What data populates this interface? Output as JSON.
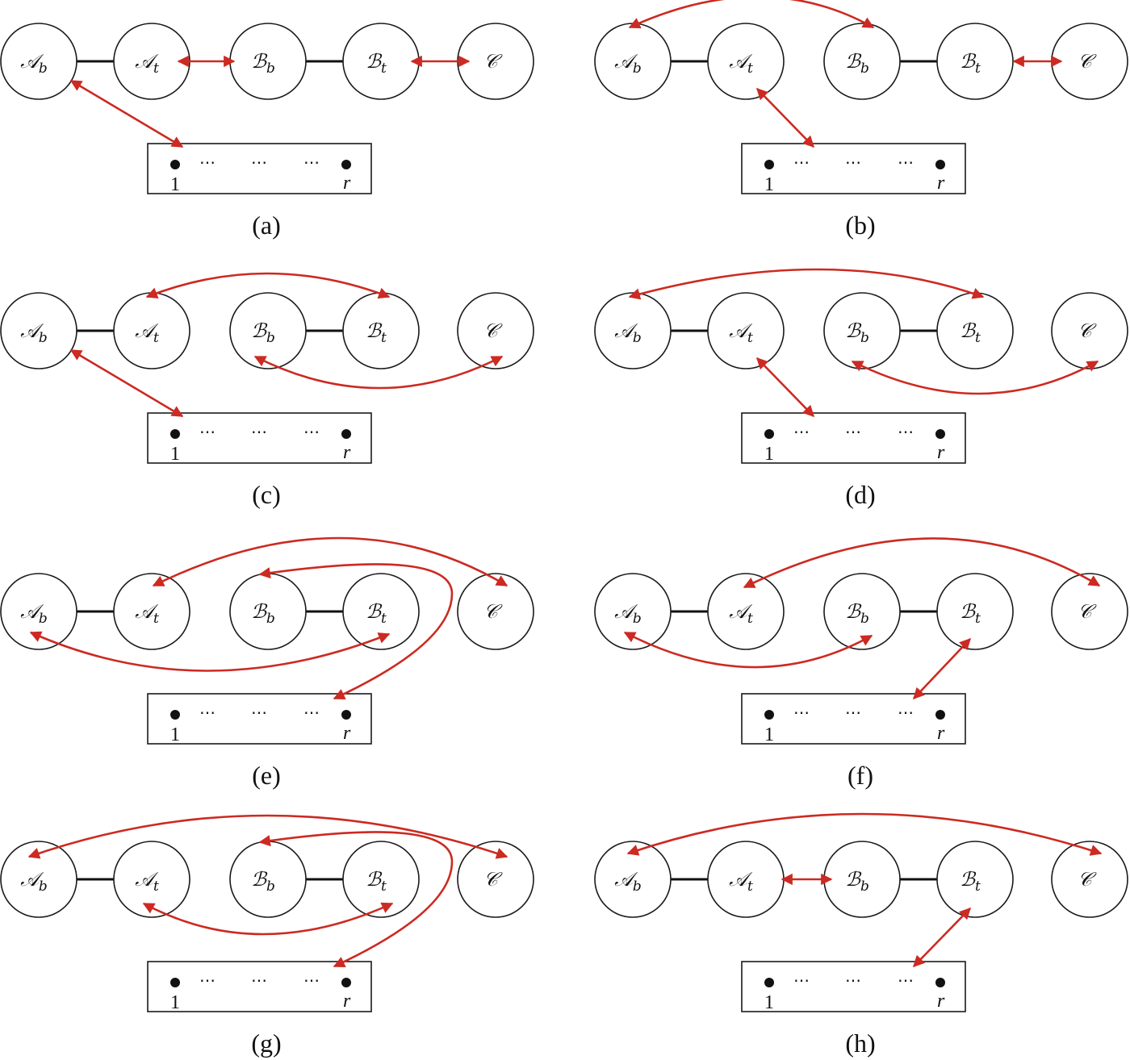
{
  "colors": {
    "arrow": "#cc2a22",
    "stroke": "#1a1a1a"
  },
  "nodes": [
    {
      "key": "Ab",
      "main": "𝒜",
      "sub": "b"
    },
    {
      "key": "At",
      "main": "𝒜",
      "sub": "t"
    },
    {
      "key": "Bb",
      "main": "ℬ",
      "sub": "b"
    },
    {
      "key": "Bt",
      "main": "ℬ",
      "sub": "t"
    },
    {
      "key": "C",
      "main": "𝒞",
      "sub": ""
    }
  ],
  "box": {
    "first_label": "1",
    "last_label": "r",
    "ellipsis": "⋯"
  },
  "panels": [
    {
      "caption": "(a)",
      "arrows": [
        {
          "from": "Ab",
          "to": "box"
        },
        {
          "from": "At",
          "to": "Bb"
        },
        {
          "from": "Bt",
          "to": "C"
        }
      ]
    },
    {
      "caption": "(b)",
      "arrows": [
        {
          "from": "Ab",
          "to": "Bb"
        },
        {
          "from": "At",
          "to": "box"
        },
        {
          "from": "Bt",
          "to": "C"
        }
      ]
    },
    {
      "caption": "(c)",
      "arrows": [
        {
          "from": "Ab",
          "to": "box"
        },
        {
          "from": "At",
          "to": "Bt"
        },
        {
          "from": "Bb",
          "to": "C"
        }
      ]
    },
    {
      "caption": "(d)",
      "arrows": [
        {
          "from": "Ab",
          "to": "Bt"
        },
        {
          "from": "At",
          "to": "box"
        },
        {
          "from": "Bb",
          "to": "C"
        }
      ]
    },
    {
      "caption": "(e)",
      "arrows": [
        {
          "from": "At",
          "to": "C"
        },
        {
          "from": "Ab",
          "to": "Bt"
        },
        {
          "from": "Bb",
          "to": "box"
        }
      ]
    },
    {
      "caption": "(f)",
      "arrows": [
        {
          "from": "At",
          "to": "C"
        },
        {
          "from": "Ab",
          "to": "Bb"
        },
        {
          "from": "Bt",
          "to": "box"
        }
      ]
    },
    {
      "caption": "(g)",
      "arrows": [
        {
          "from": "Ab",
          "to": "C"
        },
        {
          "from": "At",
          "to": "Bt"
        },
        {
          "from": "Bb",
          "to": "box"
        }
      ]
    },
    {
      "caption": "(h)",
      "arrows": [
        {
          "from": "Ab",
          "to": "C"
        },
        {
          "from": "At",
          "to": "Bb"
        },
        {
          "from": "Bt",
          "to": "box"
        }
      ]
    }
  ]
}
